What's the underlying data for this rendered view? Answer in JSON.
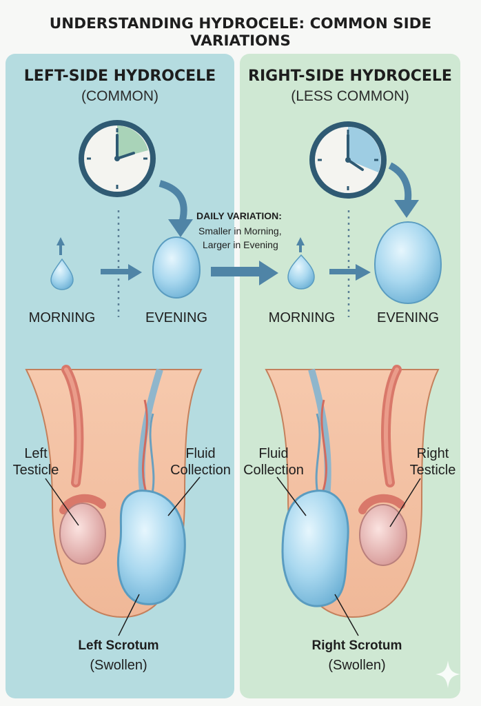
{
  "title": "UNDERSTANDING HYDROCELE: COMMON SIDE VARIATIONS",
  "left": {
    "heading": "LEFT-SIDE HYDROCELE",
    "subheading": "(COMMON)",
    "morning": "MORNING",
    "evening": "EVENING",
    "testicle_label": "Left\nTesticle",
    "fluid_label": "Fluid\nCollection",
    "scrotum_label": "Left Scrotum",
    "scrotum_sub": "(Swollen)"
  },
  "right": {
    "heading": "RIGHT-SIDE HYDROCELE",
    "subheading": "(LESS COMMON)",
    "morning": "MORNING",
    "evening": "EVENING",
    "fluid_label": "Fluid\nCollection",
    "testicle_label": "Right\nTesticle",
    "scrotum_label": "Right Scrotum",
    "scrotum_sub": "(Swollen)"
  },
  "daily": {
    "heading": "DAILY VARIATION:",
    "line1": "Smaller in Morning,",
    "line2": "Larger in Evening"
  },
  "colors": {
    "left_panel": "#b5dce0",
    "right_panel": "#cfe8d3",
    "fluid": "#8fc9e3",
    "skin": "#f2c0a2",
    "arrow": "#4f84a6"
  }
}
